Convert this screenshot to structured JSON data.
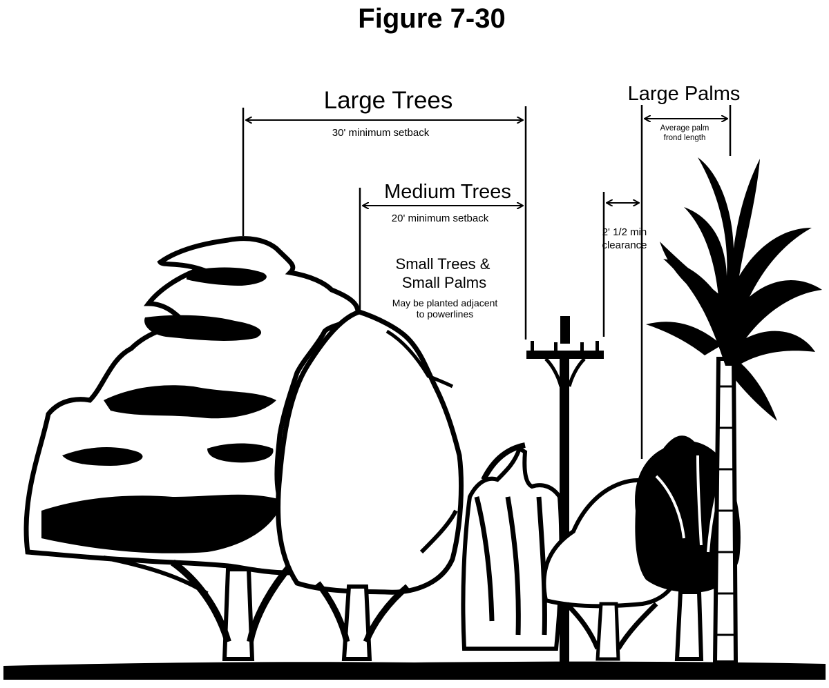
{
  "figure": {
    "title": "Figure 7-30",
    "large_trees": {
      "label": "Large Trees",
      "setback": "30' minimum setback"
    },
    "medium_trees": {
      "label": "Medium Trees",
      "setback": "20' minimum setback"
    },
    "small": {
      "label_line1": "Small Trees  &",
      "label_line2": "Small Palms",
      "note_line1": "May be planted adjacent",
      "note_line2": "to powerlines"
    },
    "clearance": {
      "line1": "2' 1/2 min",
      "line2": "clearance"
    },
    "large_palms": {
      "label": "Large Palms",
      "note_line1": "Average palm",
      "note_line2": "frond length"
    }
  },
  "colors": {
    "ink": "#000000",
    "paper": "#ffffff"
  }
}
